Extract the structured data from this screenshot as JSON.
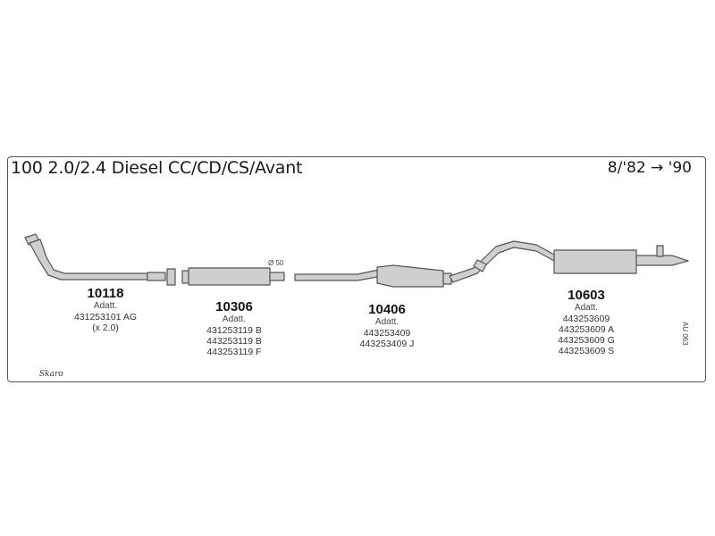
{
  "header": {
    "title": "100 2.0/2.4 Diesel CC/CD/CS/Avant",
    "years": "8/'82 → '90"
  },
  "diagram": {
    "diameter_label": "Ø 50",
    "catalog_code": "AU 063",
    "brand": "Skaro"
  },
  "parts": [
    {
      "number": "10118",
      "adatt_label": "Adatt.",
      "codes": [
        "431253101 AG",
        "(x 2.0)"
      ]
    },
    {
      "number": "10306",
      "adatt_label": "Adatt.",
      "codes": [
        "431253119 B",
        "443253119 B",
        "443253119 F"
      ]
    },
    {
      "number": "10406",
      "adatt_label": "Adatt.",
      "codes": [
        "443253409",
        "443253409 J"
      ]
    },
    {
      "number": "10603",
      "adatt_label": "Adatt.",
      "codes": [
        "443253609",
        "443253609 A",
        "443253609 G",
        "443253609 S"
      ]
    }
  ],
  "colors": {
    "line": "#555555",
    "fill": "#cfcfcf",
    "text": "#222222"
  }
}
